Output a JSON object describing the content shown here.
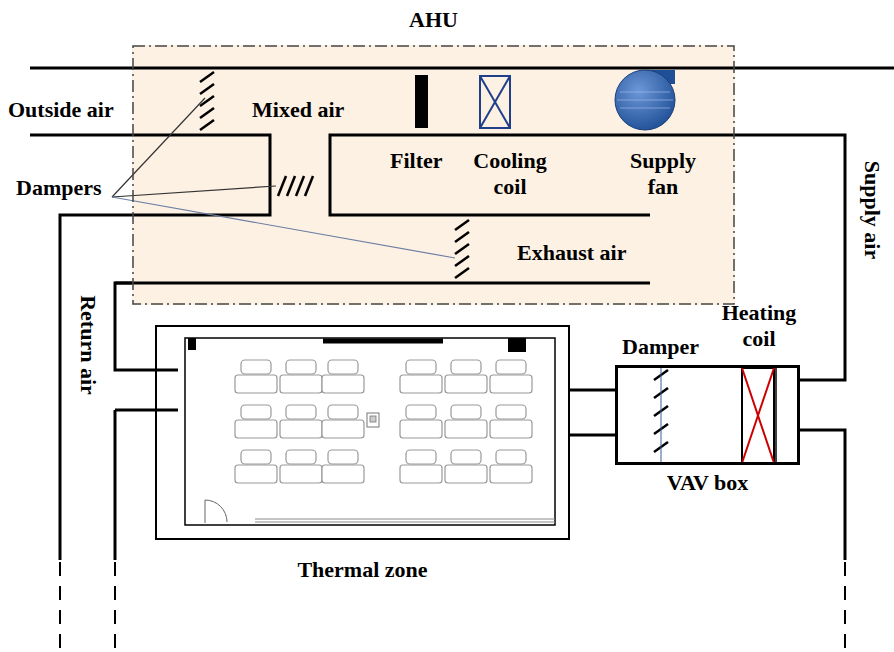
{
  "diagram": {
    "nodes": [
      {
        "text": [
          "AHU"
        ]
      },
      {
        "text": [
          "VAV box"
        ]
      },
      {
        "text": [
          "Thermal zone"
        ]
      }
    ],
    "edges": [
      {
        "from": 0,
        "to": 1,
        "arrow": "none",
        "label": "Supply air"
      },
      {
        "from": 1,
        "to": 2,
        "arrow": "none"
      },
      {
        "from": 2,
        "to": 0,
        "arrow": "none",
        "label": "Return air"
      }
    ],
    "labels": [
      "Outside air",
      "Mixed air",
      "Dampers",
      "Filter",
      "Cooling coil",
      "Supply fan",
      "Exhaust air",
      "Damper",
      "Heating coil"
    ]
  }
}
